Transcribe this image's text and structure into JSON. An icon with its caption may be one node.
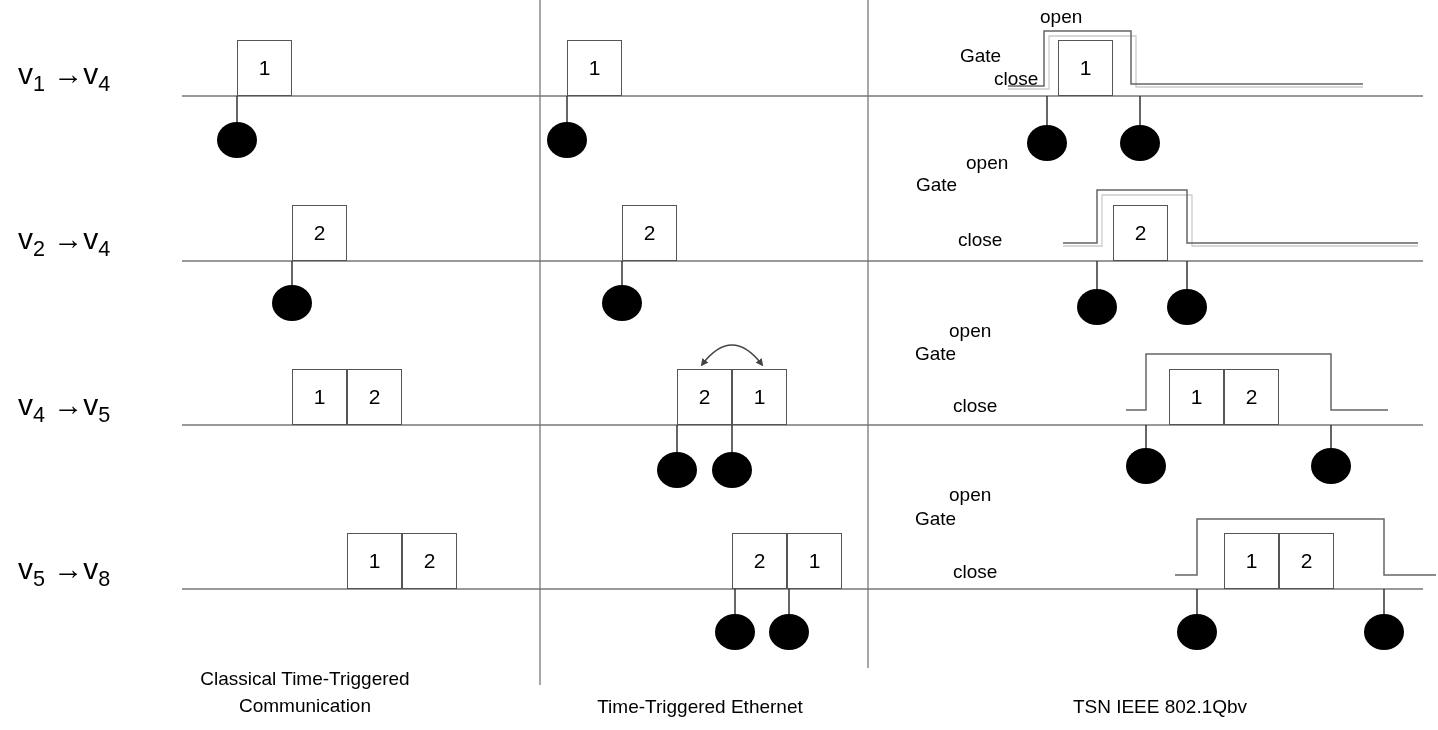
{
  "diagram": {
    "nodes": [
      {
        "text": [
          "1"
        ]
      },
      {
        "text": [
          "1"
        ]
      },
      {
        "text": [
          "1"
        ]
      },
      {
        "text": [
          "2"
        ]
      },
      {
        "text": [
          "2"
        ]
      },
      {
        "text": [
          "2"
        ]
      },
      {
        "text": [
          "1"
        ]
      },
      {
        "text": [
          "2"
        ]
      },
      {
        "text": [
          "2"
        ]
      },
      {
        "text": [
          "1"
        ]
      },
      {
        "text": [
          "1"
        ]
      },
      {
        "text": [
          "2"
        ]
      },
      {
        "text": [
          "1"
        ]
      },
      {
        "text": [
          "2"
        ]
      },
      {
        "text": [
          "2"
        ]
      },
      {
        "text": [
          "1"
        ]
      },
      {
        "text": [
          "1"
        ]
      },
      {
        "text": [
          "2"
        ]
      }
    ],
    "edges": [
      {
        "from": 8,
        "to": 9,
        "arrow": "both"
      }
    ],
    "labels": [
      "v$_{1}$ →v$_{4}$",
      "Gate",
      "open",
      "close",
      "v$_{2}$ →v$_{4}$",
      "Gate",
      "open",
      "close",
      "v$_{4}$ →v$_{5}$",
      "Gate",
      "open",
      "close",
      "v$_{5}$ →v$_{8}$",
      "Gate",
      "open",
      "close",
      "Classical Time-Triggered Communication",
      "Time-Triggered Ethernet",
      "TSN IEEE 802.1Qbv"
    ]
  }
}
